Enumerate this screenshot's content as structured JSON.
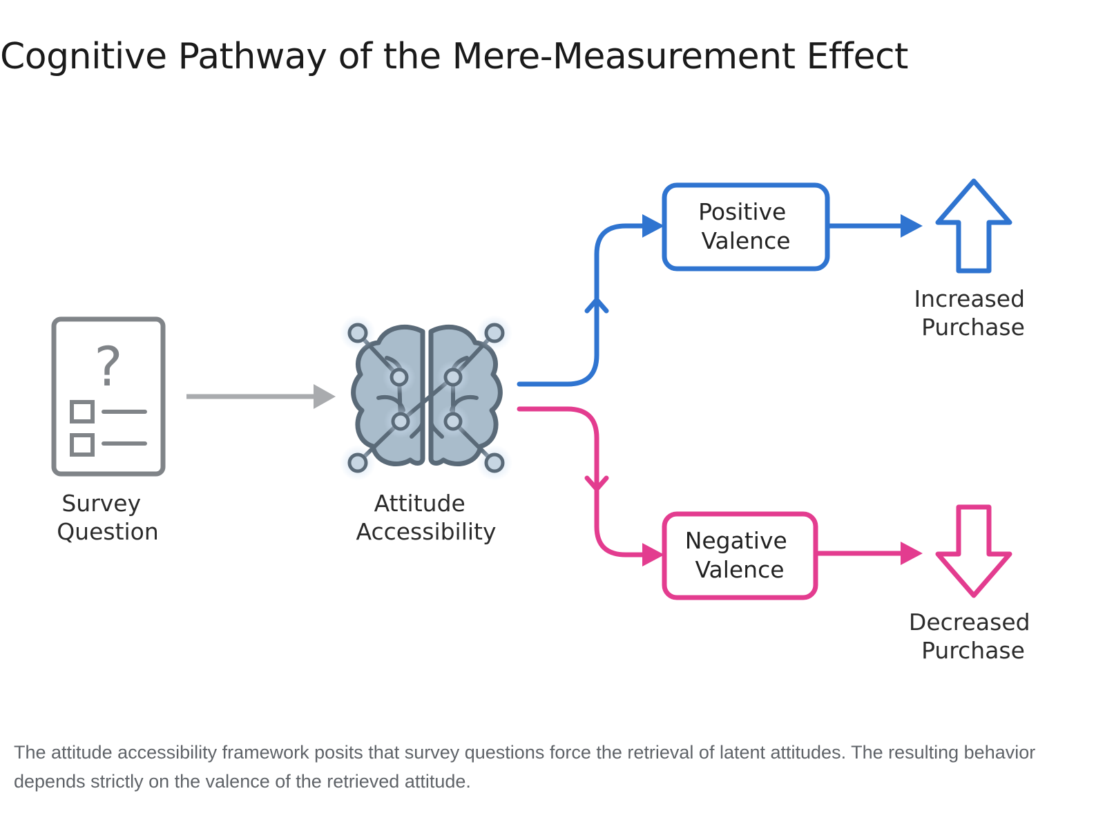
{
  "title": "Cognitive Pathway of the Mere-Measurement Effect",
  "colors": {
    "positive": "#2f74d0",
    "negative": "#e33c8f",
    "neutral_arrow": "#a9abae",
    "survey_icon": "#808488",
    "brain": "#5a6a78",
    "brain_fill": "#a9bccb",
    "node": "#c7d6e3",
    "caption_text": "#5f6368"
  },
  "nodes": {
    "survey": {
      "icon": "survey-document-icon",
      "glyph": "?",
      "label_lines": [
        "Survey",
        "Question"
      ]
    },
    "attitude": {
      "icon": "brain-network-icon",
      "label_lines": [
        "Attitude",
        "Accessibility"
      ]
    },
    "positive": {
      "label_lines": [
        "Positive",
        "Valence"
      ]
    },
    "negative": {
      "label_lines": [
        "Negative",
        "Valence"
      ]
    },
    "increase": {
      "icon": "up-arrow-icon",
      "label_lines": [
        "Increased",
        "Purchase"
      ]
    },
    "decrease": {
      "icon": "down-arrow-icon",
      "label_lines": [
        "Decreased",
        "Purchase"
      ]
    }
  },
  "caption": "The attitude accessibility framework posits that survey questions force the retrieval of latent attitudes. The resulting behavior depends strictly on the valence of the retrieved attitude."
}
